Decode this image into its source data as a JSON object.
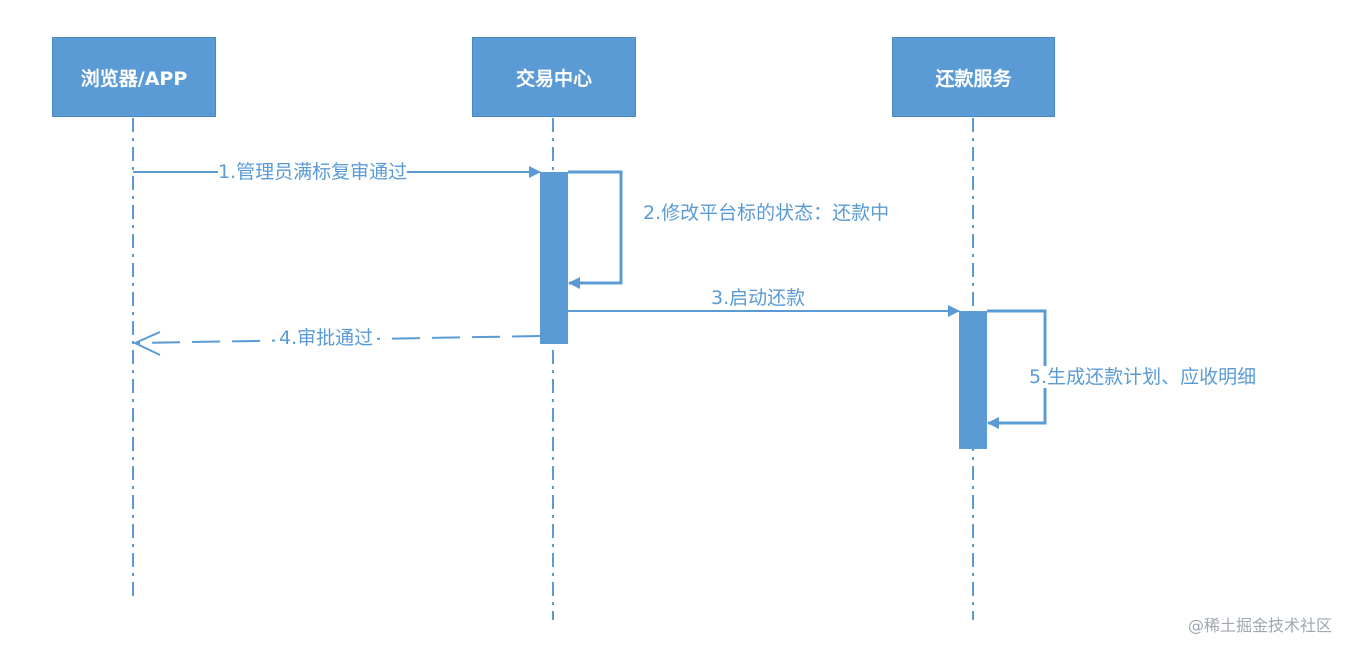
{
  "colors": {
    "primary": "#5b9bd5",
    "actor_text": "#ffffff",
    "watermark": "#a0a7b0"
  },
  "actors": [
    {
      "id": "browser",
      "label": "浏览器/APP"
    },
    {
      "id": "trade",
      "label": "交易中心"
    },
    {
      "id": "repay",
      "label": "还款服务"
    }
  ],
  "messages": [
    {
      "id": "m1",
      "from": "browser",
      "to": "trade",
      "style": "solid",
      "label": "1.管理员满标复审通过"
    },
    {
      "id": "m2",
      "from": "trade",
      "to": "trade",
      "style": "self",
      "label": "2.修改平台标的状态：还款中"
    },
    {
      "id": "m3",
      "from": "trade",
      "to": "repay",
      "style": "solid",
      "label": "3.启动还款"
    },
    {
      "id": "m4",
      "from": "trade",
      "to": "browser",
      "style": "dashed",
      "label": "4.审批通过"
    },
    {
      "id": "m5",
      "from": "repay",
      "to": "repay",
      "style": "self",
      "label": "5.生成还款计划、应收明细"
    }
  ],
  "watermark": "@稀土掘金技术社区"
}
